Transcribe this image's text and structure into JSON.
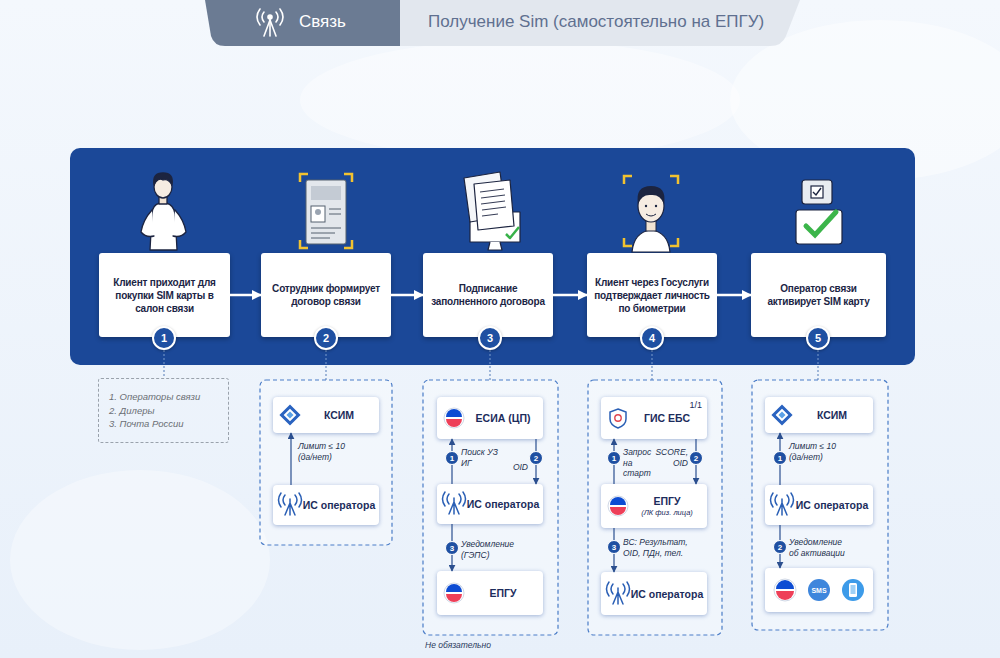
{
  "diagram": {
    "title": "Получение Sim (самостоятельно на ЕПГУ)",
    "nodes": [
      {
        "text": [
          "Клиент приходит для покупки SIM карты в салон связи"
        ]
      },
      {
        "text": [
          "Сотрудник формирует договор связи"
        ]
      },
      {
        "text": [
          "Подписание заполненного договора"
        ]
      },
      {
        "text": [
          "Клиент через Госуслуги подтверждает личность по биометрии"
        ]
      },
      {
        "text": [
          "Оператор связи активирует SIM карту"
        ]
      },
      {
        "text": [
          "1. Операторы связи",
          "2. Дилеры",
          "3. Почта России"
        ]
      },
      {
        "text": [
          "КСИМ"
        ]
      },
      {
        "text": [
          "ИС оператора"
        ]
      },
      {
        "text": [
          "ЕСИА (ЦП)"
        ]
      },
      {
        "text": [
          "ИС оператора"
        ]
      },
      {
        "text": [
          "ЕПГУ"
        ]
      },
      {
        "text": [
          "ГИС ЕБС",
          "1/1"
        ]
      },
      {
        "text": [
          "ЕПГУ",
          "(ЛК физ. лица)"
        ]
      },
      {
        "text": [
          "ИС оператора"
        ]
      },
      {
        "text": [
          "КСИМ"
        ]
      },
      {
        "text": [
          "ИС оператора"
        ]
      },
      {
        "text": [
          "SMS"
        ]
      }
    ],
    "edges": [
      {
        "from": 0,
        "to": 1,
        "arrow": "to"
      },
      {
        "from": 1,
        "to": 2,
        "arrow": "to"
      },
      {
        "from": 2,
        "to": 3,
        "arrow": "to"
      },
      {
        "from": 3,
        "to": 4,
        "arrow": "to"
      },
      {
        "from": 7,
        "to": 6,
        "label": "Лимит ≤ 10 (да/нет)",
        "arrow": "to"
      },
      {
        "from": 9,
        "to": 8,
        "label": "Поиск УЗ ИГ",
        "arrow": "to"
      },
      {
        "from": 8,
        "to": 9,
        "label": "OID",
        "arrow": "to"
      },
      {
        "from": 9,
        "to": 10,
        "label": "Уведомление (ГЭПС)",
        "arrow": "to"
      },
      {
        "from": 12,
        "to": 11,
        "label": "Запрос на старт",
        "arrow": "to"
      },
      {
        "from": 11,
        "to": 12,
        "label": "SCORE, OID",
        "arrow": "to"
      },
      {
        "from": 12,
        "to": 13,
        "label": "ВС: Результат, OID, ПДн, тел.",
        "arrow": "to"
      },
      {
        "from": 15,
        "to": 14,
        "label": "Лимит ≤ 10 (да/нет)",
        "arrow": "to"
      },
      {
        "from": 15,
        "to": 16,
        "label": "Уведомление об активации",
        "arrow": "to"
      }
    ],
    "labels": [
      "Связь",
      "1",
      "2",
      "3",
      "4",
      "5",
      "1",
      "2",
      "3",
      "1",
      "2",
      "3",
      "1",
      "2",
      "Не обязательно"
    ]
  }
}
